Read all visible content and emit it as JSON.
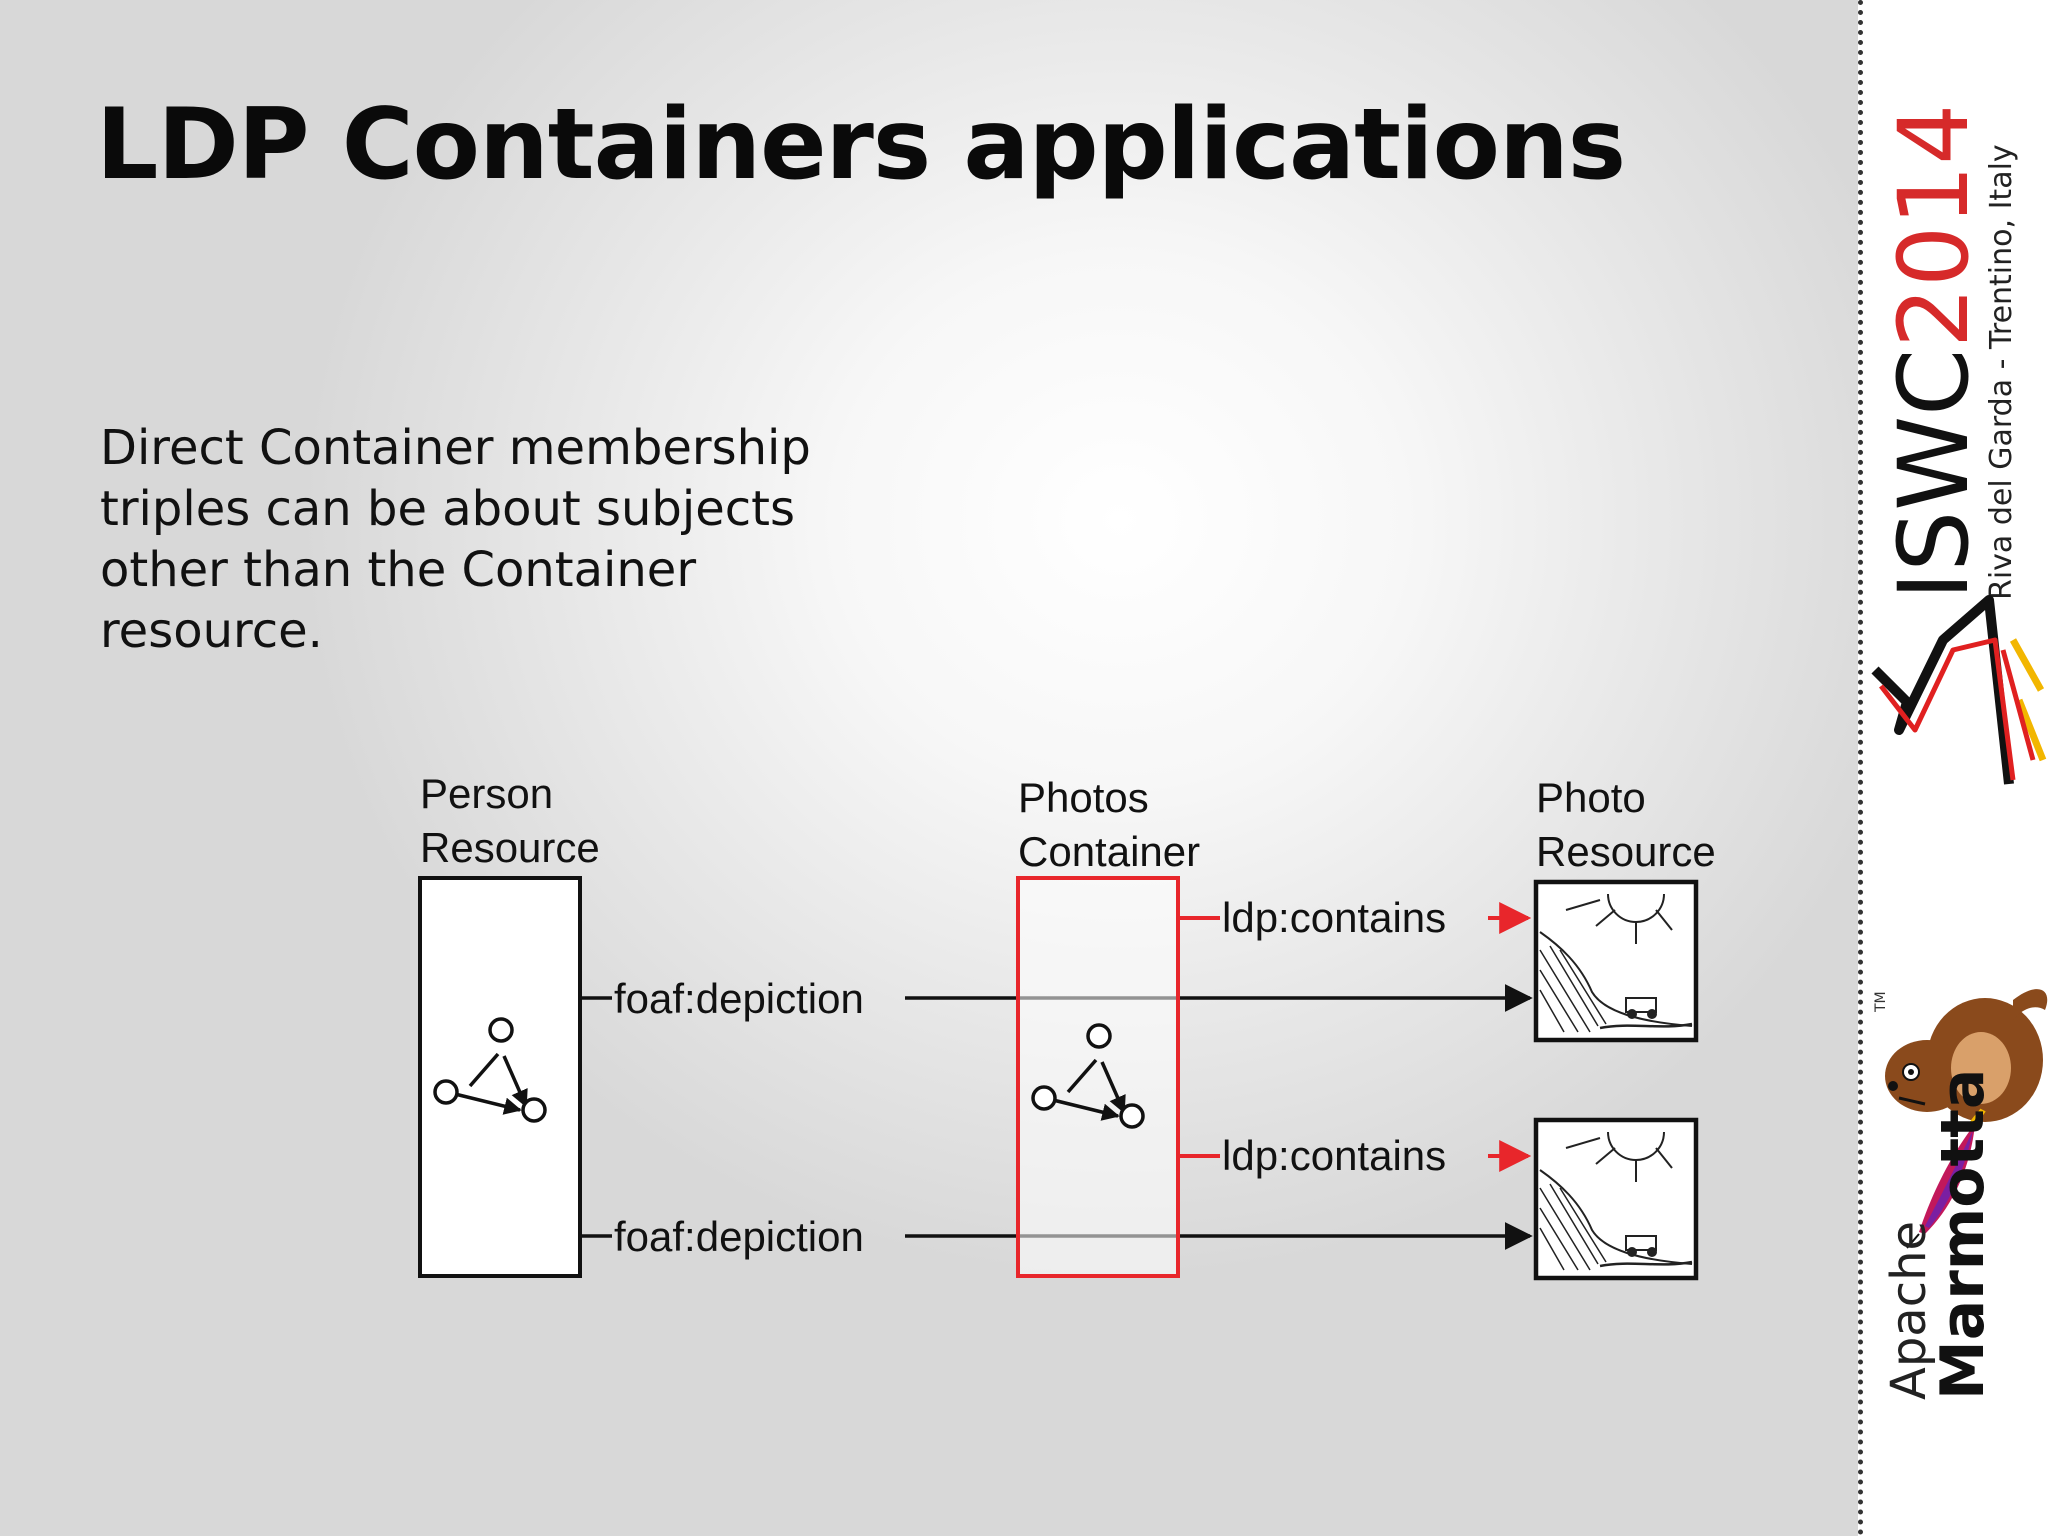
{
  "slide": {
    "title": "LDP Containers applications",
    "body": "Direct Container membership triples can be about subjects other than the Container resource."
  },
  "diagram": {
    "person_label_1": "Person",
    "person_label_2": "Resource",
    "container_label_1": "Photos",
    "container_label_2": "Container",
    "photo_label_1": "Photo",
    "photo_label_2": "Resource",
    "edge_depiction_1": "foaf:depiction",
    "edge_depiction_2": "foaf:depiction",
    "edge_contains_1": "ldp:contains",
    "edge_contains_2": "ldp:contains",
    "colors": {
      "container": "#e8262b",
      "line": "#111111"
    }
  },
  "sidebar": {
    "conference": "ISWC",
    "year": "2014",
    "location": "Riva del Garda - Trentino, Italy",
    "logo_prefix": "Apache",
    "logo_name": "Marmotta",
    "trademark": "TM",
    "colors": {
      "year": "#d62a2a",
      "logo_red": "#e02020",
      "logo_yellow": "#f2b600",
      "marmot": "#8a4a1c"
    }
  }
}
